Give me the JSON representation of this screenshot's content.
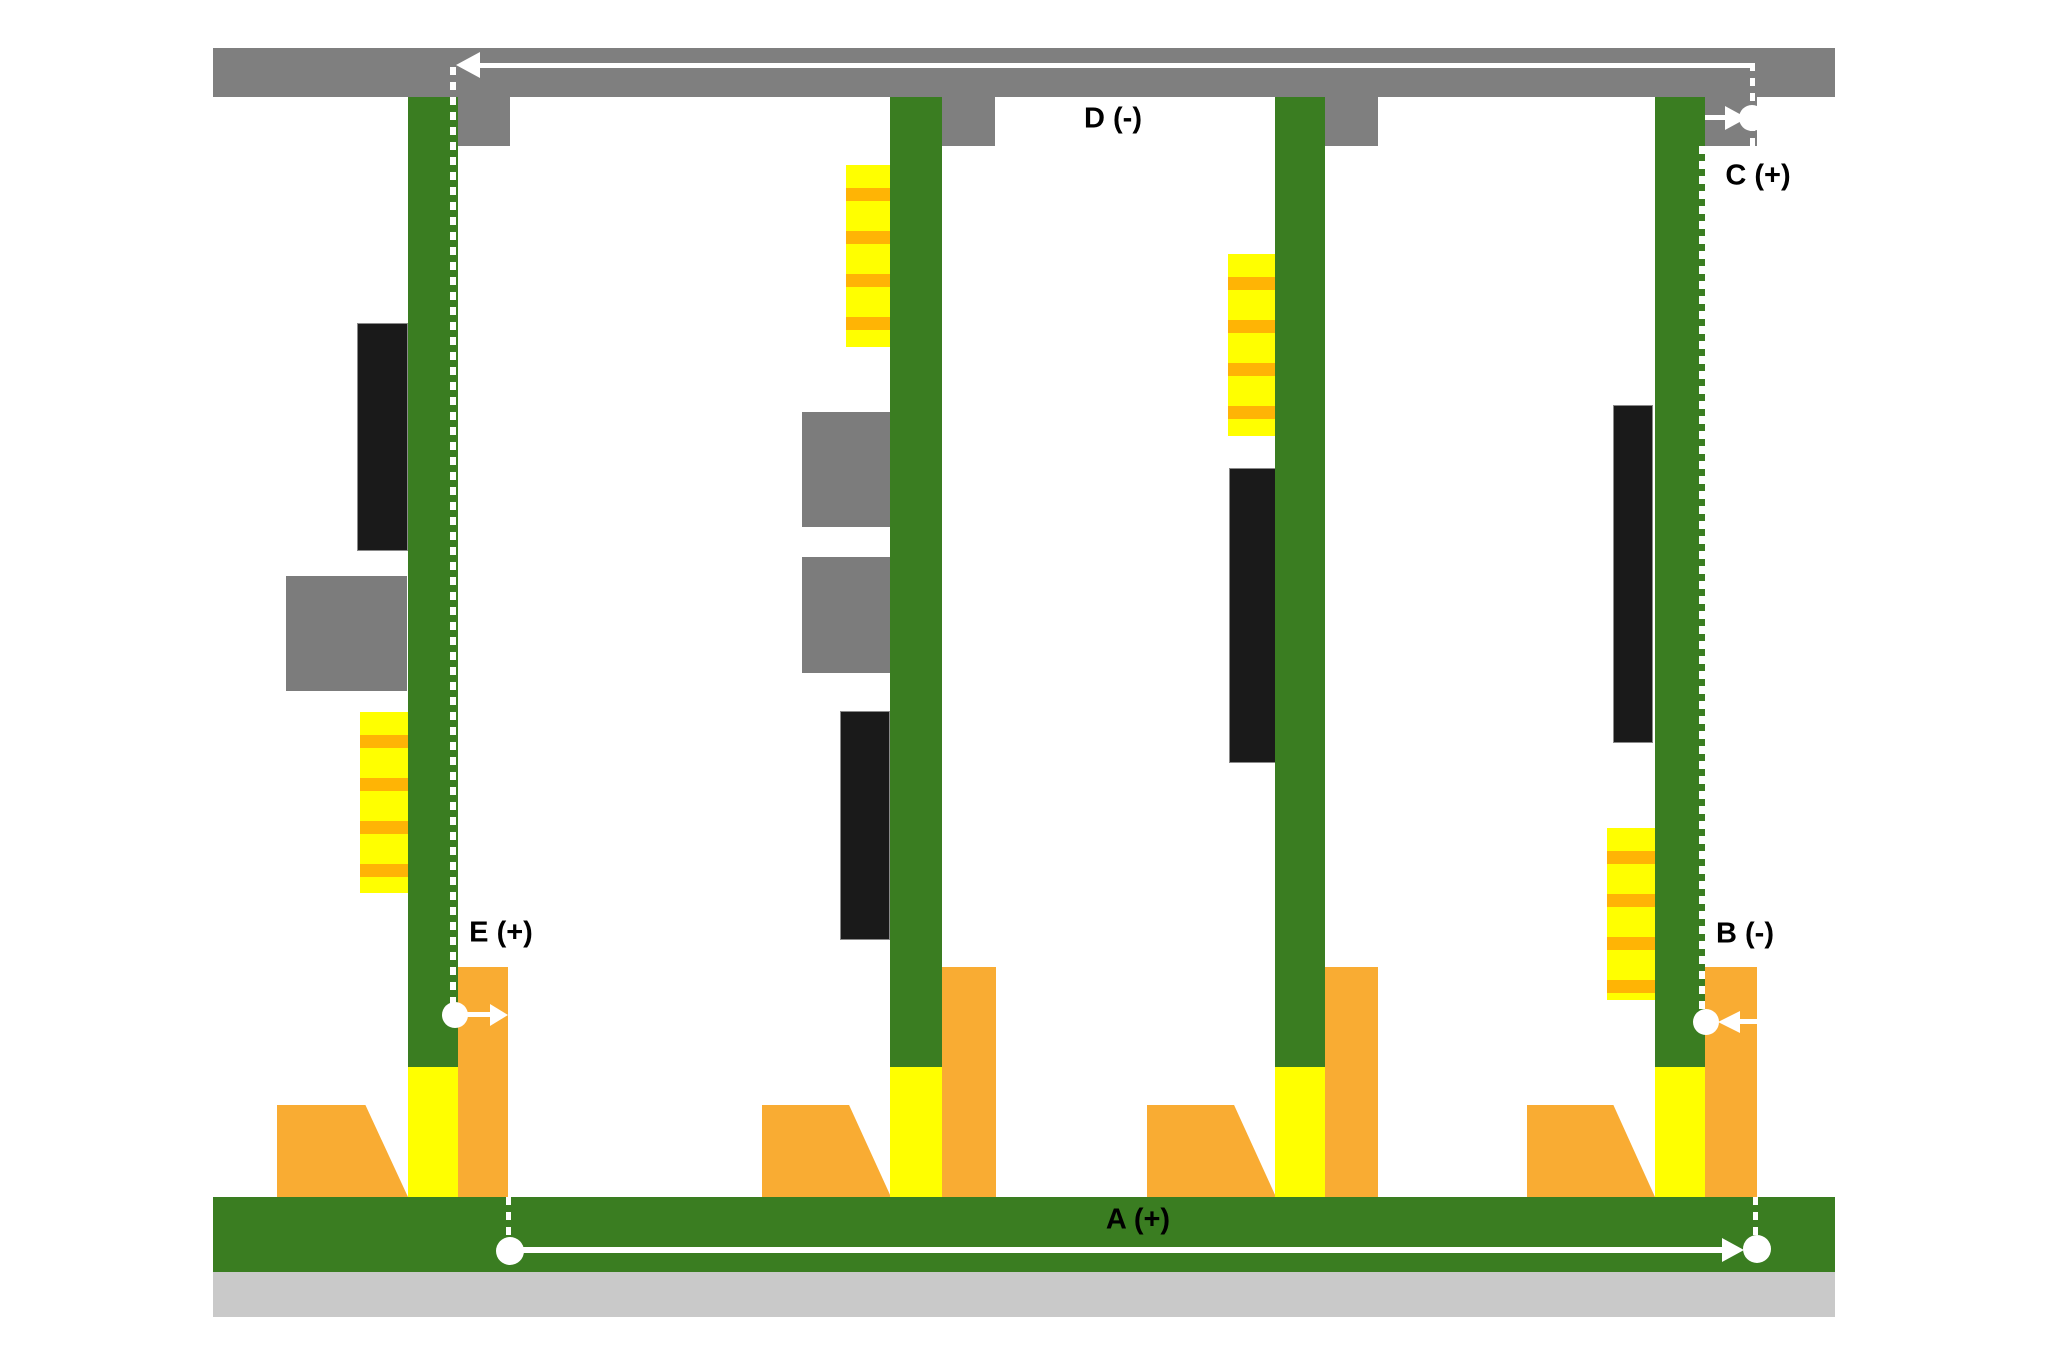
{
  "diagram": {
    "description": "schematic of four plants on a top rail with soil gutter and five electrode measurement points",
    "labels": {
      "A": "A (+)",
      "B": "B (-)",
      "C": "C (+)",
      "D": "D (-)",
      "E": "E (+)"
    },
    "electrodes": [
      {
        "id": "A",
        "label": "A (+)",
        "polarity": "+",
        "location": "soil-gutter-bottom"
      },
      {
        "id": "B",
        "label": "B (-)",
        "polarity": "-",
        "location": "stem-plant-4-lower"
      },
      {
        "id": "C",
        "label": "C (+)",
        "polarity": "+",
        "location": "stem-plant-4-top-at-rail"
      },
      {
        "id": "D",
        "label": "D (-)",
        "polarity": "-",
        "location": "top-rail"
      },
      {
        "id": "E",
        "label": "E (+)",
        "polarity": "+",
        "location": "stem-plant-1-lower"
      }
    ],
    "plant_count": 4
  },
  "colors": {
    "stem-green": "#3A7D21",
    "soil-green": "#3A7D21",
    "rail-gray": "#7F7F7F",
    "panel-gray": "#7C7C7C",
    "ground-gray": "#C9C9C9",
    "panel-black": "#1A1A1A",
    "fruit-yellow": "#FFFF00",
    "stripe-orange": "#FFB405",
    "stake-orange": "#F9AC33",
    "annotation-white": "#FFFFFF",
    "label-black": "#000000"
  }
}
